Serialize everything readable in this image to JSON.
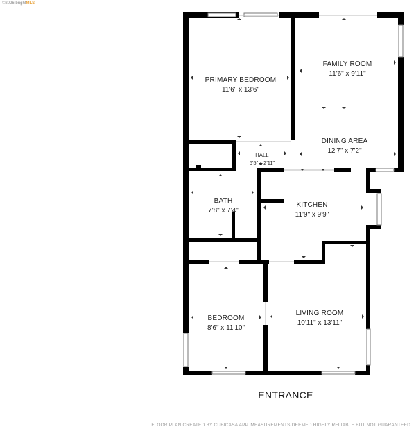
{
  "watermark": {
    "year_text": "©2026 bright",
    "brand_suffix": "MLS"
  },
  "rooms": {
    "primary_bedroom": {
      "name": "PRIMARY BEDROOM",
      "dims": "11'6\" x 13'6\""
    },
    "family_room": {
      "name": "FAMILY ROOM",
      "dims": "11'6\" x 9'11\""
    },
    "dining_area": {
      "name": "DINING AREA",
      "dims": "12'7\" x 7'2\""
    },
    "hall": {
      "name": "HALL",
      "dims": "5'5\" x 2'11\""
    },
    "bath": {
      "name": "BATH",
      "dims": "7'8\" x 7'4\""
    },
    "kitchen": {
      "name": "KITCHEN",
      "dims": "11'9\" x 9'9\""
    },
    "bedroom": {
      "name": "BEDROOM",
      "dims": "8'6\" x 11'10\""
    },
    "living_room": {
      "name": "LIVING ROOM",
      "dims": "10'11\" x 13'11\""
    }
  },
  "entrance_label": "ENTRANCE",
  "disclaimer": "FLOOR PLAN CREATED BY CUBICASA APP. MEASUREMENTS DEEMED HIGHLY RELIABLE BUT NOT GUARANTEED.",
  "colors": {
    "wall": "#000000",
    "window_frame": "#999999",
    "background": "#ffffff"
  }
}
